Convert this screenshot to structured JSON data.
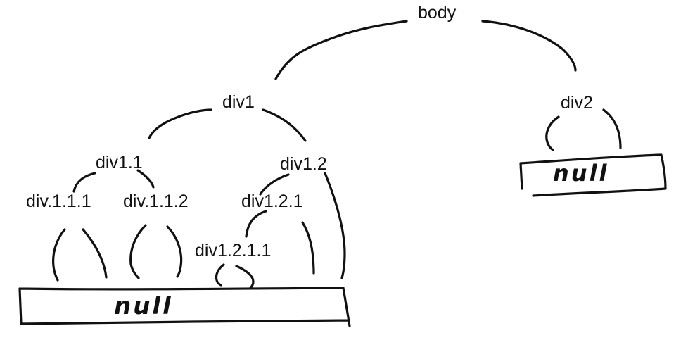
{
  "nodes": {
    "body": "body",
    "div1": "div1",
    "div2": "div2",
    "div1_1": "div1.1",
    "div1_2": "div1.2",
    "div1_1_1": "div.1.1.1",
    "div1_1_2": "div.1.1.2",
    "div1_2_1": "div1.2.1",
    "div1_2_1_1": "div1.2.1.1"
  },
  "null_boxes": {
    "left": "null",
    "right": "null"
  },
  "colors": {
    "ink": "#111111",
    "background": "#ffffff"
  }
}
